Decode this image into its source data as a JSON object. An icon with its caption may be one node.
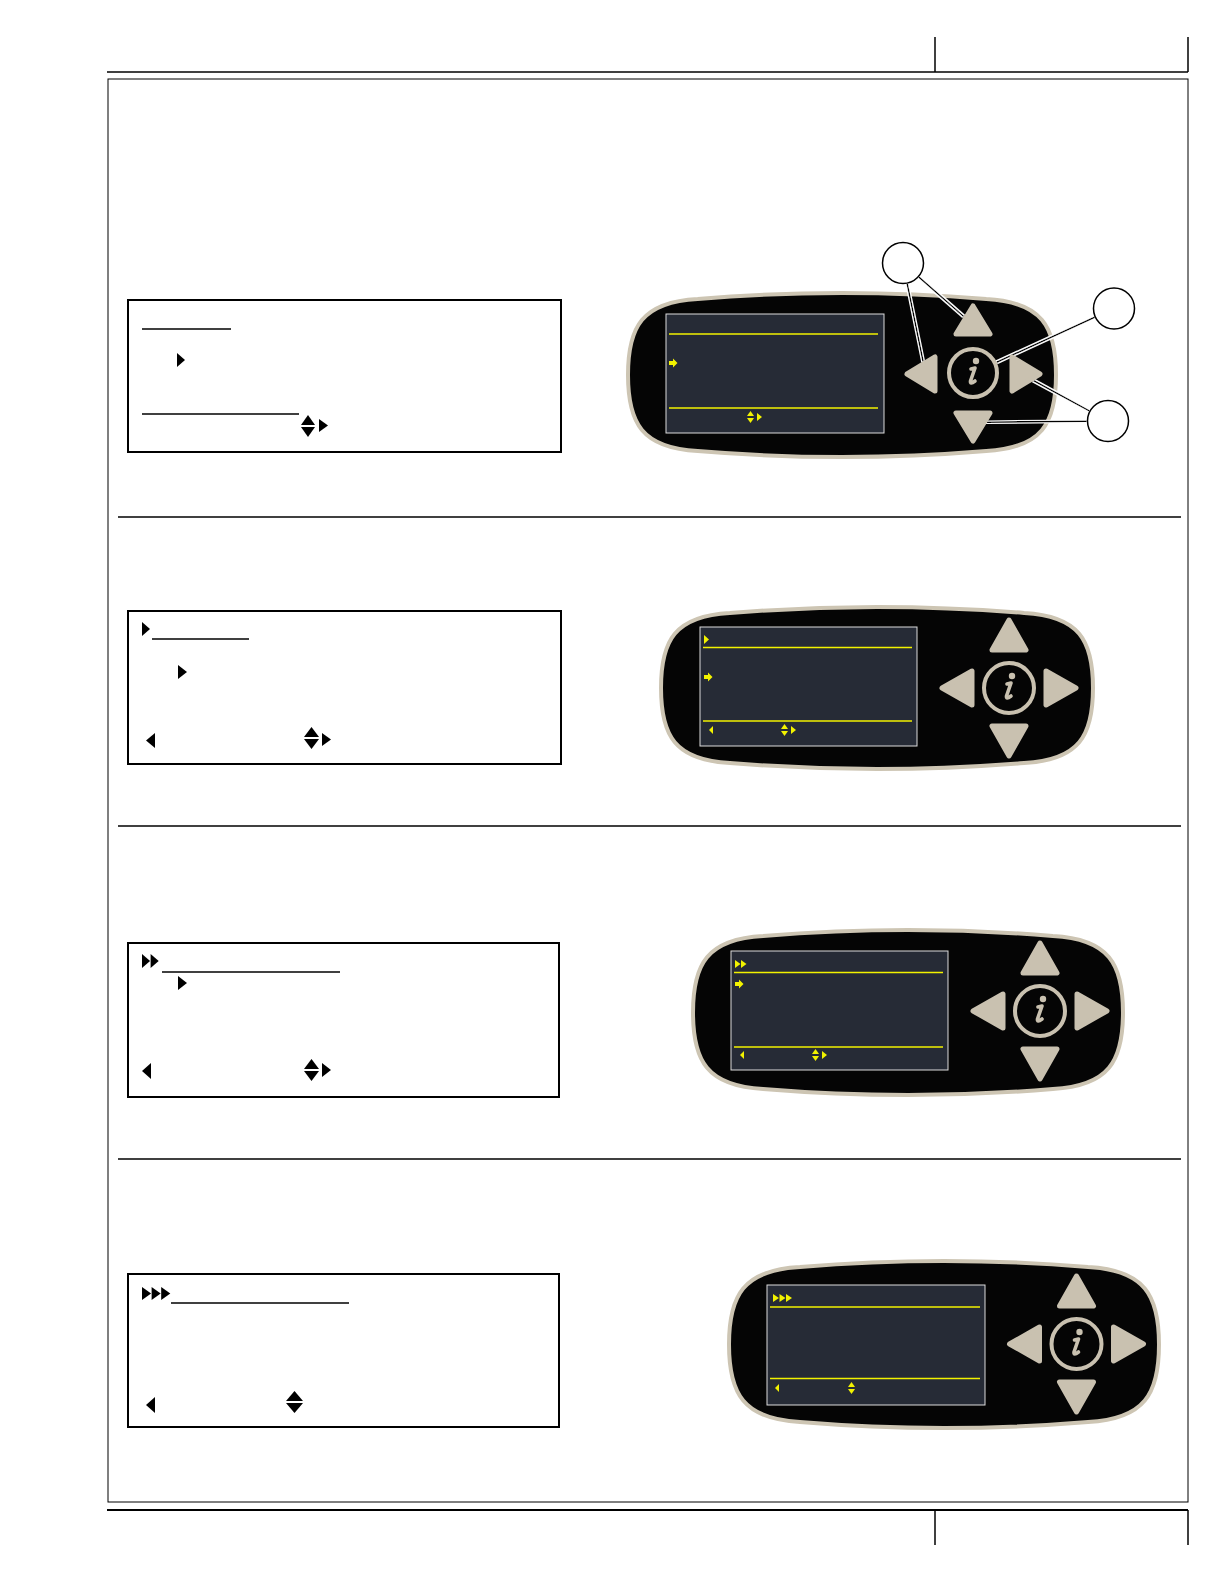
{
  "diagram": {
    "nodes": [
      {
        "text": [],
        "shape": "circle"
      },
      {
        "text": [],
        "shape": "circle"
      },
      {
        "text": [],
        "shape": "triangle"
      },
      {
        "text": [],
        "shape": "triangle"
      },
      {
        "text": [],
        "shape": "circle"
      },
      {
        "text": [],
        "shape": "triangle"
      },
      {
        "text": [],
        "shape": "circle"
      },
      {
        "text": [],
        "shape": "triangle"
      }
    ],
    "edges": [
      {
        "from": 0,
        "to": 2,
        "arrow": "none"
      },
      {
        "from": 0,
        "to": 3,
        "arrow": "none"
      },
      {
        "from": 1,
        "to": 4,
        "arrow": "none"
      },
      {
        "from": 6,
        "to": 5,
        "arrow": "none"
      },
      {
        "from": 6,
        "to": 7,
        "arrow": "none"
      }
    ]
  }
}
